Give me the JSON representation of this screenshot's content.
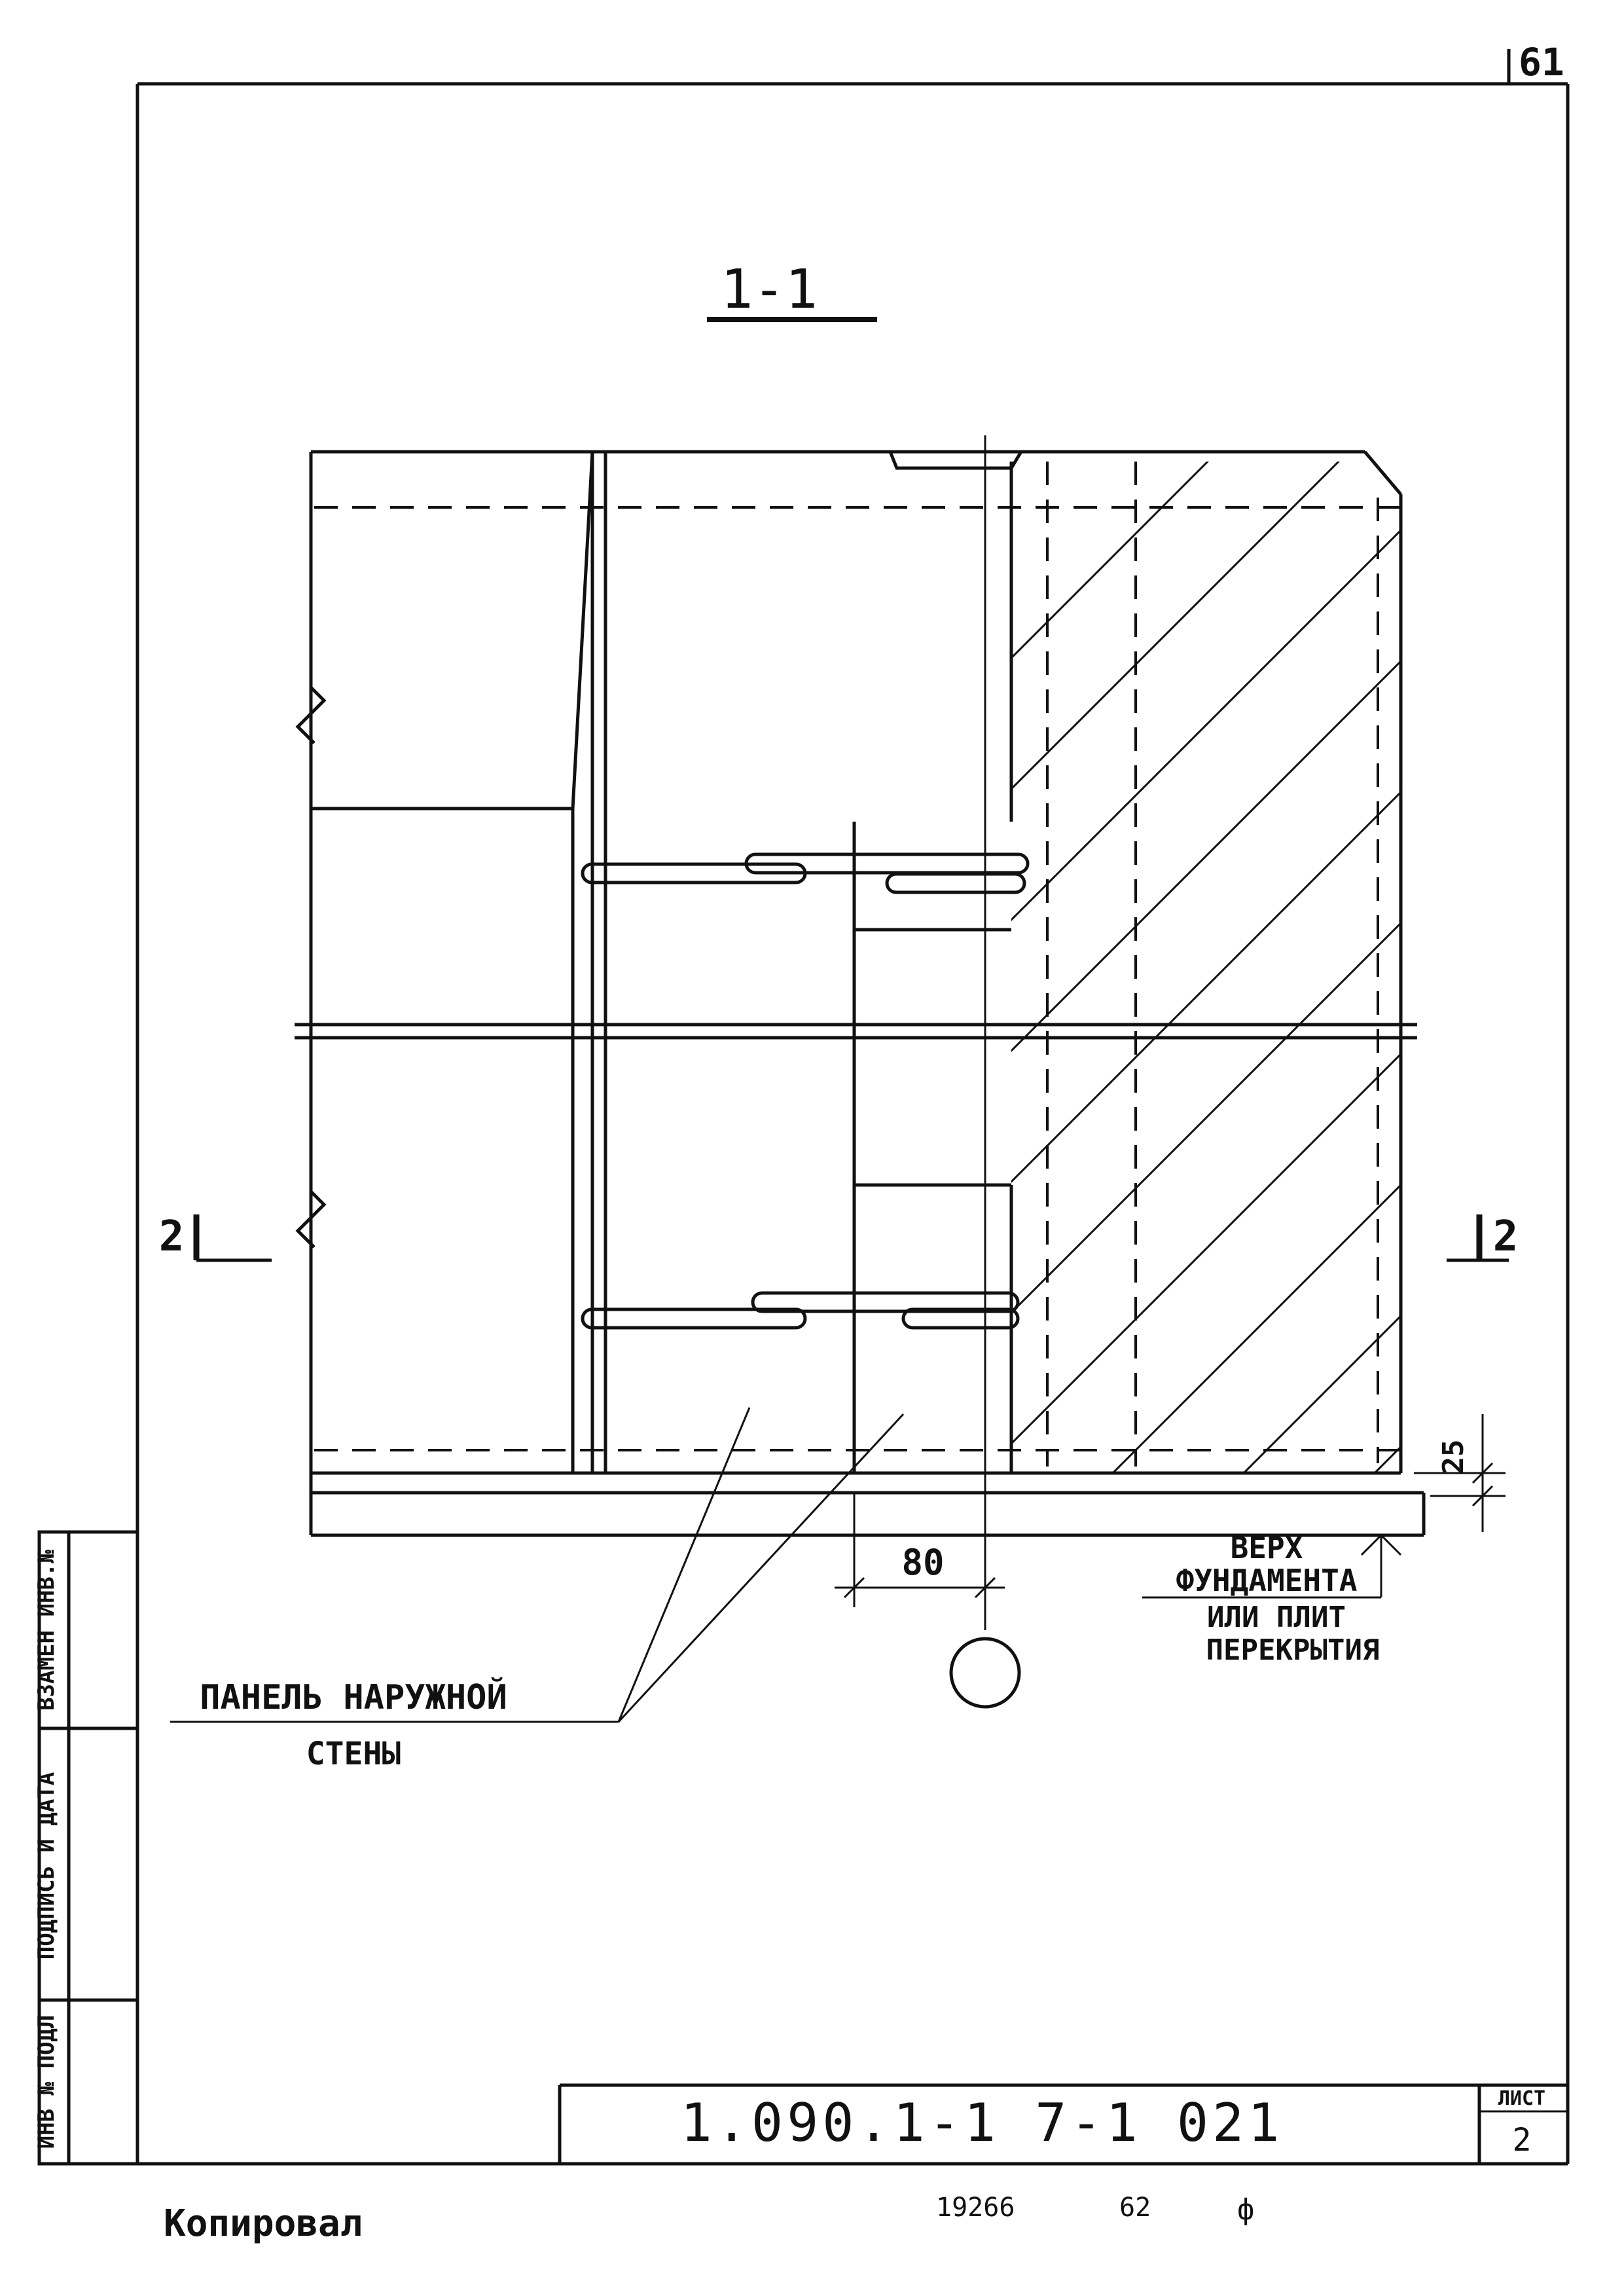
{
  "sheet": {
    "corner_mark": "61",
    "section_title": "1-1",
    "cut_left": "2",
    "cut_right": "2",
    "dim_bottom": "80",
    "dim_right": "25",
    "note_top_line1": "ВЕРХ",
    "note_top_line2": "ФУНДАМЕНТА",
    "note_top_line3": "ИЛИ ПЛИТ",
    "note_top_line4": "ПЕРЕКРЫТИЯ",
    "panel_label_line1": "ПАНЕЛЬ НАРУЖНОЙ",
    "panel_label_line2": "СТЕНЫ"
  },
  "side_stamp": {
    "col1": "ИНВ № ПОДЛ",
    "col2": "ПОДПИСЬ И ДАТА",
    "col3": "ВЗАМЕН ИНВ.№"
  },
  "title_block": {
    "doc_code": "1.090.1-1 7-1 021",
    "sheet_label": "ЛИСТ",
    "sheet_number": "2"
  },
  "footer": {
    "copied_label": "Копировал",
    "order_number": "19266",
    "sheet_index": "62",
    "format_label": "ф"
  }
}
